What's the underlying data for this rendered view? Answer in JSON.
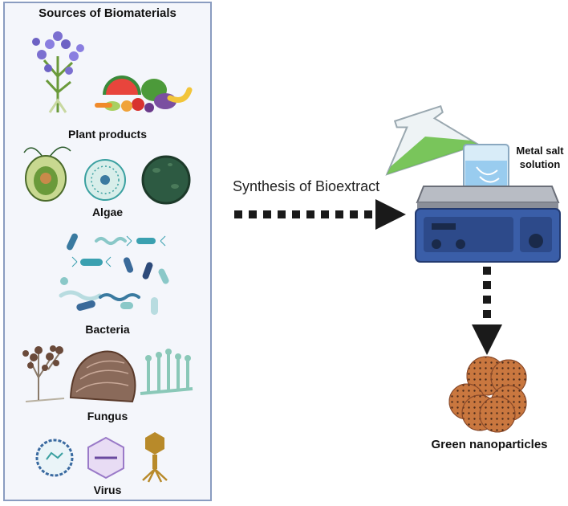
{
  "sources": {
    "title": "Sources of Biomaterials",
    "categories": [
      {
        "label": "Plant products"
      },
      {
        "label": "Algae"
      },
      {
        "label": "Bacteria"
      },
      {
        "label": "Fungus"
      },
      {
        "label": "Virus"
      }
    ]
  },
  "process": {
    "arrow_label": "Synthesis of Bioextract",
    "solution_label_line1": "Metal salt",
    "solution_label_line2": "solution",
    "product_label": "Green nanoparticles"
  },
  "colors": {
    "panel_border": "#8a9cc0",
    "panel_fill": "#f4f6fb",
    "arrow": "#1a1a1a",
    "extract_green": "#6cc04a",
    "nanoparticle": "#c9773f",
    "stirrer_blue": "#3a5ea8"
  }
}
